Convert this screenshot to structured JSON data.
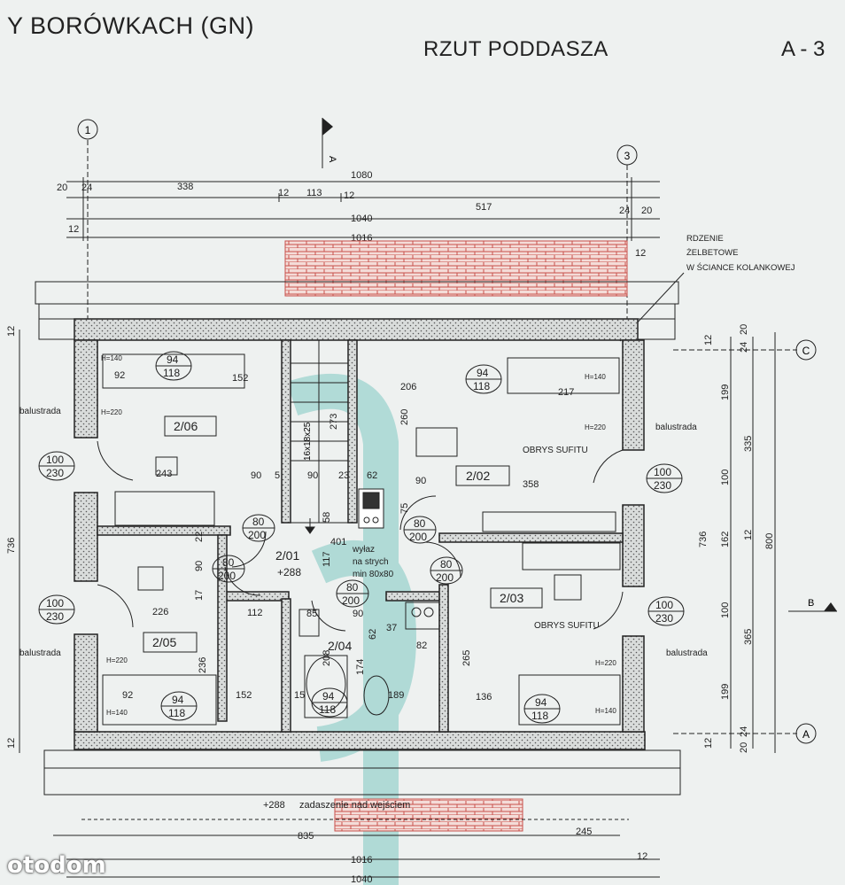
{
  "header": {
    "project": "Y BORÓWKACH (GN)",
    "title": "RZUT PODDASZA",
    "sheet": "A - 3"
  },
  "axes": {
    "a1": "1",
    "a3": "3",
    "ac": "C",
    "aa": "A"
  },
  "sections": {
    "top": "A",
    "side": "B"
  },
  "dims_top": {
    "d1080": "1080",
    "d20a": "20",
    "d24a": "24",
    "d338": "338",
    "d12a": "12",
    "d113": "113",
    "d12b": "12",
    "d517": "517",
    "d24b": "24",
    "d20b": "20",
    "d1040": "1040",
    "d12c": "12",
    "d1016": "1016",
    "d12d": "12"
  },
  "dims_right": {
    "d12": "12",
    "d20": "20",
    "d24": "24",
    "d199a": "199",
    "d335": "335",
    "d100a": "100",
    "d162": "162",
    "d12b": "12",
    "d800": "800",
    "d736": "736",
    "d100b": "100",
    "d365": "365",
    "d199b": "199",
    "d12c": "12",
    "d24b": "24",
    "d20b": "20"
  },
  "dims_left": {
    "d736": "736",
    "d12": "12",
    "d12b": "12"
  },
  "dims_bottom": {
    "d1016": "1016",
    "d12": "12",
    "d1040": "1040",
    "d245": "245",
    "d835": "835",
    "d288": "+288"
  },
  "annotations": {
    "rdzenie1": "RDZENIE",
    "rdzenie2": "ŻELBETOWE",
    "rdzenie3": "W ŚCIANCE KOLANKOWEJ",
    "balustrada": "balustrada",
    "obrys": "OBRYS SUFITU",
    "wylaz1": "wyłaz",
    "wylaz2": "na strych",
    "wylaz3": "min 80x80",
    "schody": "16x18x25",
    "zadaszenie": "zadaszenie nad wejściem",
    "level": "+288",
    "h140": "H=140",
    "h220": "H=220"
  },
  "rooms": {
    "r206": "2/06",
    "r202": "2/02",
    "r201": "2/01",
    "r205": "2/05",
    "r204": "2/04",
    "r203": "2/03"
  },
  "inner_dims": {
    "a152": "152",
    "a92": "92",
    "b206": "206",
    "b217": "217",
    "c243": "243",
    "c90a": "90",
    "c90b": "90",
    "c90c": "90",
    "c358": "358",
    "c273": "273",
    "c260": "260",
    "c62": "62",
    "c23": "23",
    "c5": "5",
    "c58": "58",
    "c75": "75",
    "c117": "117",
    "c401": "401",
    "c22": "22",
    "c90d": "90",
    "c17": "17",
    "c226": "226",
    "c112": "112",
    "c85": "85",
    "c90e": "90",
    "c62b": "62",
    "c37": "37",
    "c82": "82",
    "c236": "236",
    "c208": "208",
    "c174": "174",
    "c265": "265",
    "c136": "136",
    "c152b": "152",
    "c92b": "92",
    "c15": "15",
    "c189": "189"
  },
  "windows": {
    "top": "94",
    "bottom": "118"
  },
  "doors": {
    "d100": "100",
    "d230": "230",
    "d80": "80",
    "d200": "200"
  },
  "branding": {
    "logo": "otodom"
  },
  "colors": {
    "paper": "#eef1f0",
    "line": "#222222",
    "brick": "#c8504a",
    "watermark": "#7fc8c2"
  }
}
